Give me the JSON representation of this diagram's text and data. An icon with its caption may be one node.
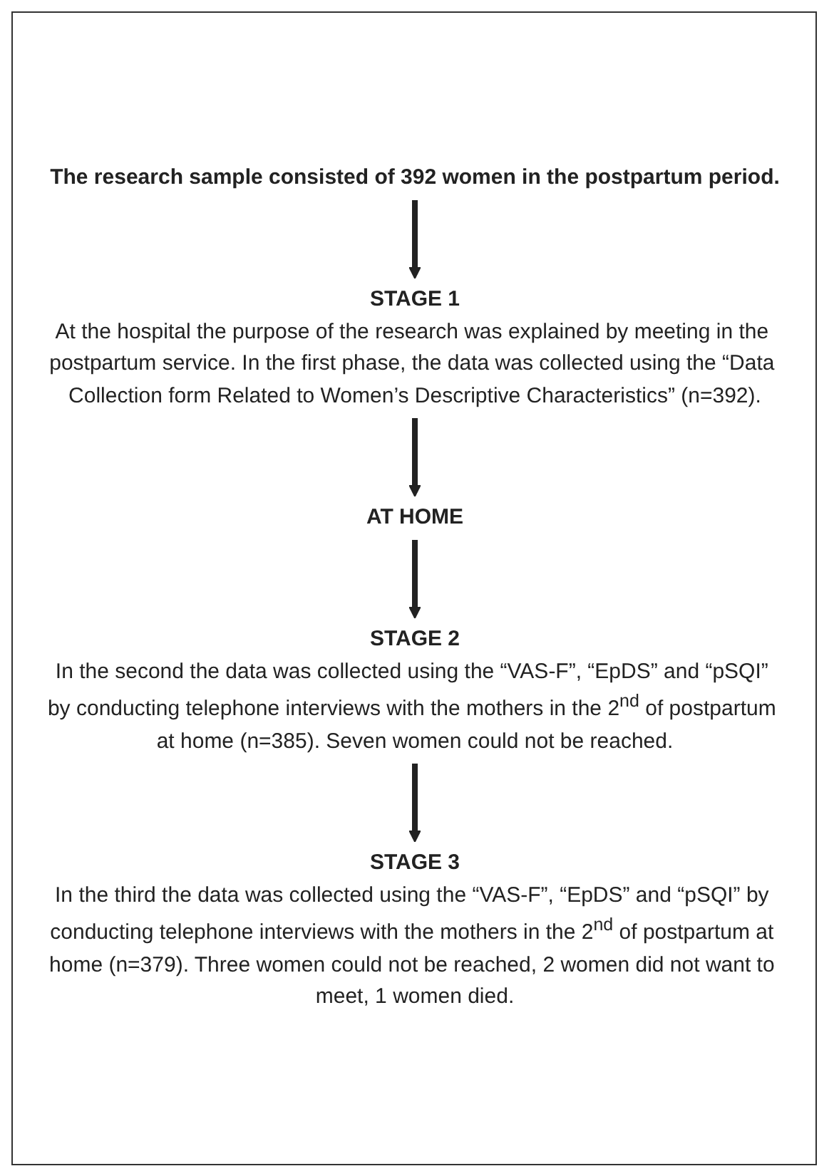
{
  "diagram": {
    "nodes": [
      {
        "text": [
          "The research sample consisted of 392 women in the postpartum period."
        ]
      },
      {
        "text": [
          "STAGE 1",
          "At the hospital the purpose of the research was explained by meeting in the postpartum service. In the first phase, the data was collected using the “Data Collection form Related to Women’s Descriptive Characteristics” (n=392)."
        ]
      },
      {
        "text": [
          "AT HOME"
        ]
      },
      {
        "text": [
          "STAGE 2",
          "In the second the data was collected using the “VAS-F”, “EpDS” and “pSQI” by conducting telephone interviews with the mothers in the 2$^{nd}$ of postpartum at home (n=385). Seven women could not be reached."
        ]
      },
      {
        "text": [
          "STAGE 3",
          "In the third the data was collected using the “VAS-F”, “EpDS” and “pSQI” by conducting telephone interviews with the mothers in the 2$^{nd}$ of postpartum at home (n=379). Three women could not be reached, 2 women did not want to meet, 1 women died."
        ]
      }
    ],
    "edges": [
      {
        "from": 0,
        "to": 1,
        "arrow": "to"
      },
      {
        "from": 1,
        "to": 2,
        "arrow": "to"
      },
      {
        "from": 2,
        "to": 3,
        "arrow": "to"
      },
      {
        "from": 3,
        "to": 4,
        "arrow": "to"
      }
    ]
  }
}
